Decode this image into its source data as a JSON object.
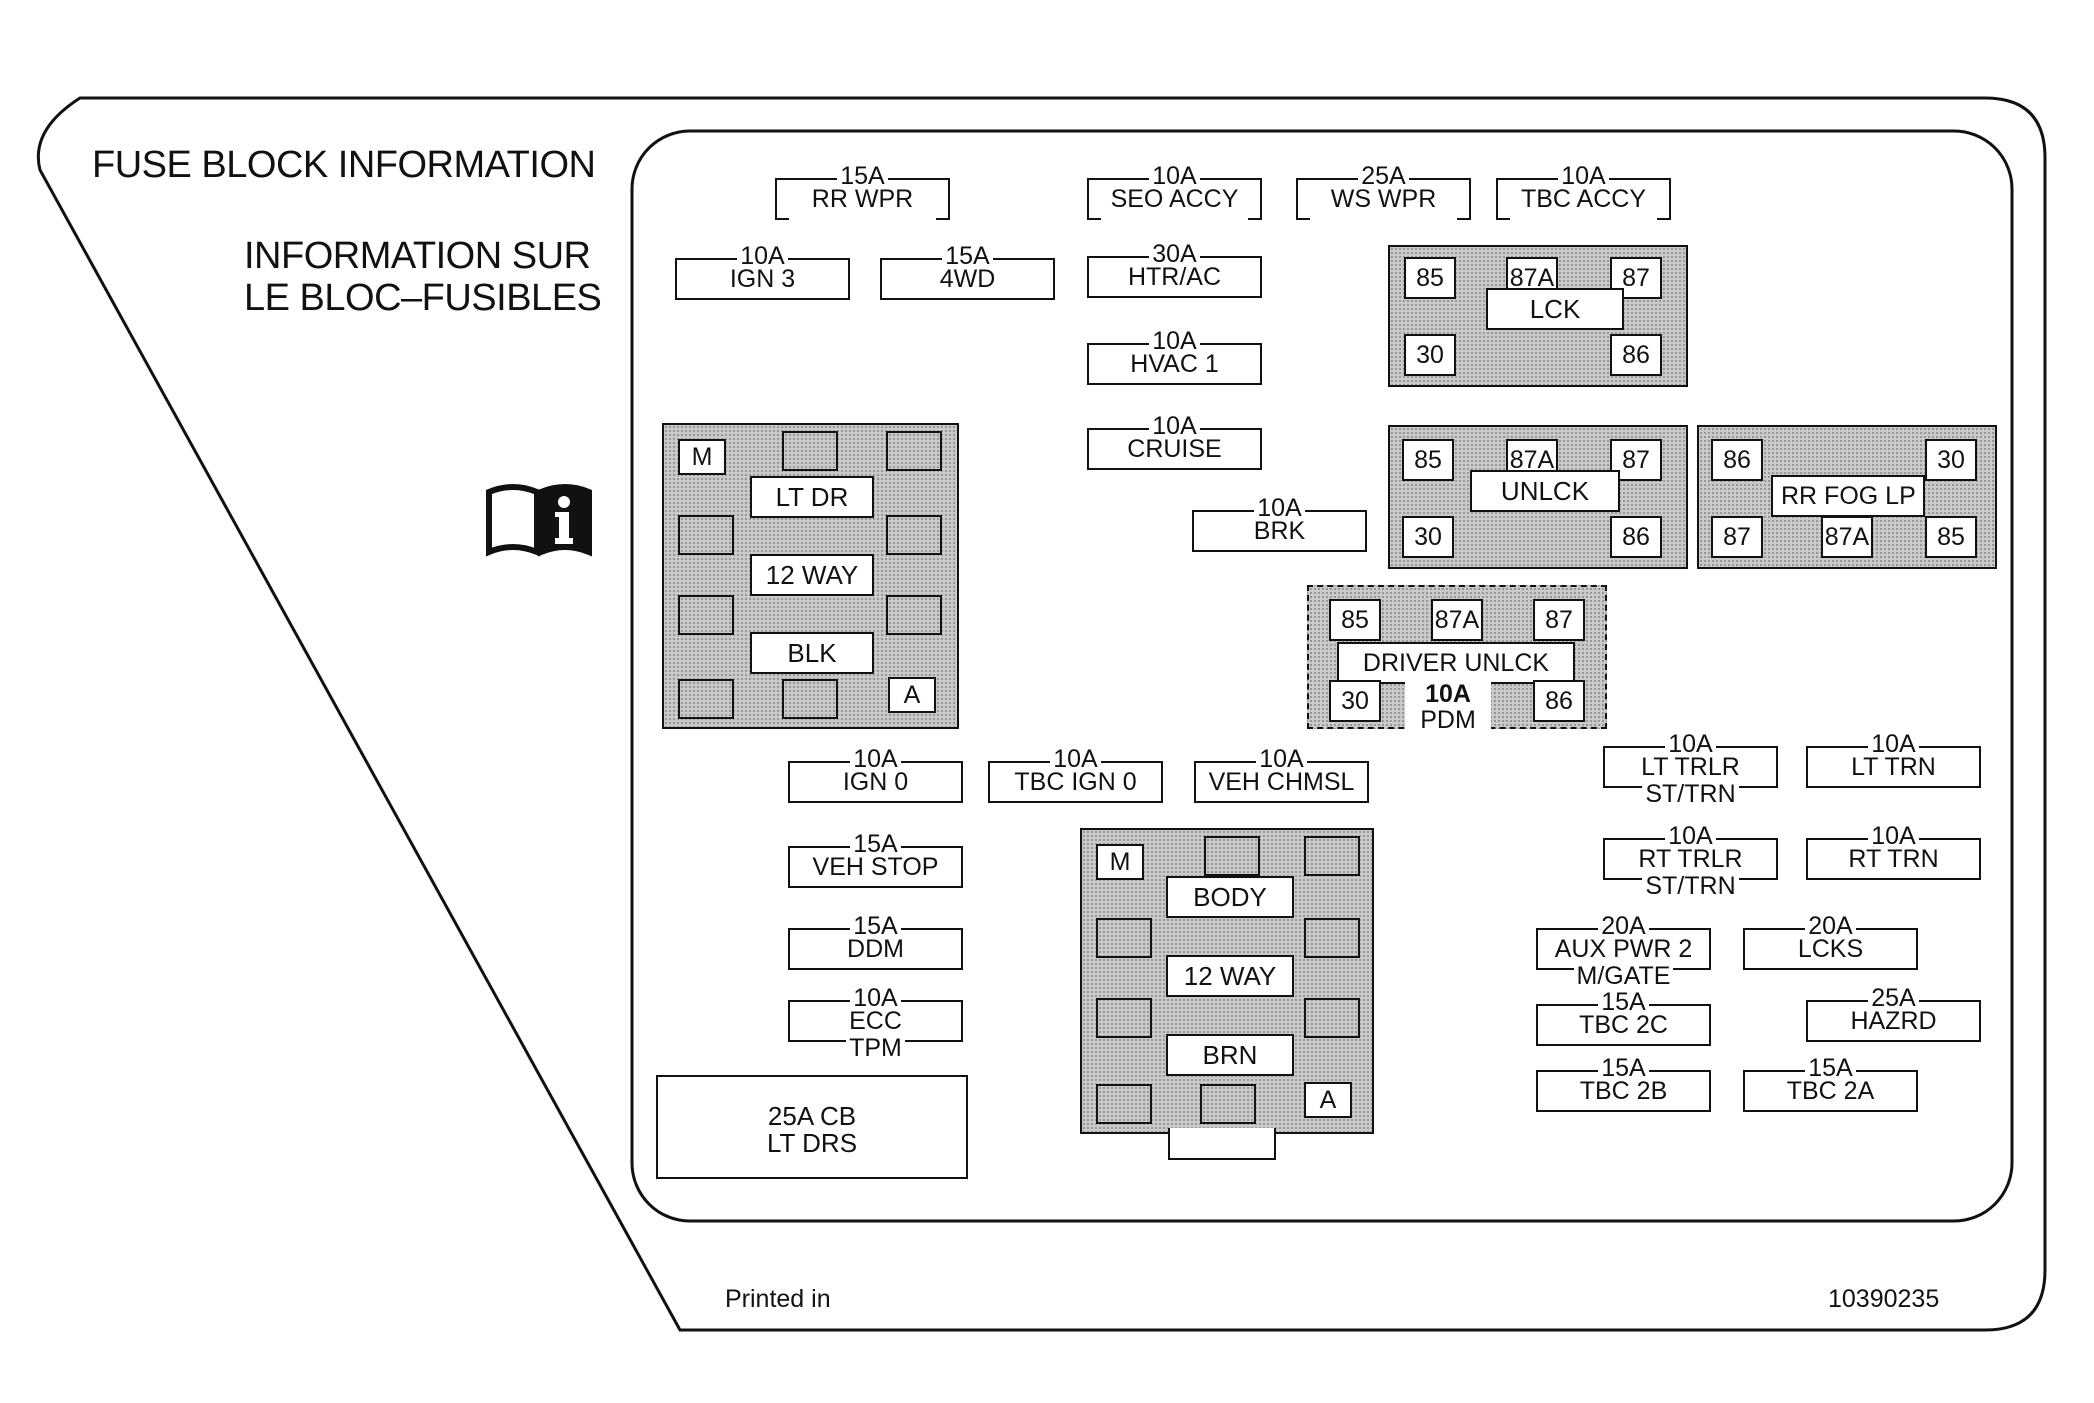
{
  "header": {
    "title_en": "FUSE BLOCK INFORMATION",
    "title_fr_line1": "INFORMATION SUR",
    "title_fr_line2": "LE BLOC–FUSIBLES",
    "manual_icon": "owner-manual-info-icon"
  },
  "fuses": {
    "rr_wpr": {
      "amp": "15A",
      "name": "RR WPR"
    },
    "seo_accy": {
      "amp": "10A",
      "name": "SEO ACCY"
    },
    "ws_wpr": {
      "amp": "25A",
      "name": "WS WPR"
    },
    "tbc_accy": {
      "amp": "10A",
      "name": "TBC ACCY"
    },
    "ign_3": {
      "amp": "10A",
      "name": "IGN 3"
    },
    "fwd": {
      "amp": "15A",
      "name": "4WD"
    },
    "htr_ac": {
      "amp": "30A",
      "name": "HTR/AC"
    },
    "hvac_1": {
      "amp": "10A",
      "name": "HVAC 1"
    },
    "cruise": {
      "amp": "10A",
      "name": "CRUISE"
    },
    "brk": {
      "amp": "10A",
      "name": "BRK"
    },
    "ign_0": {
      "amp": "10A",
      "name": "IGN 0"
    },
    "tbc_ign_0": {
      "amp": "10A",
      "name": "TBC IGN 0"
    },
    "veh_chmsl": {
      "amp": "10A",
      "name": "VEH CHMSL"
    },
    "veh_stop": {
      "amp": "15A",
      "name": "VEH STOP"
    },
    "ddm": {
      "amp": "15A",
      "name": "DDM"
    },
    "ecc_tpm": {
      "amp": "10A",
      "name": "ECC",
      "name2": "TPM"
    },
    "lt_trlr": {
      "amp": "10A",
      "name": "LT TRLR",
      "name2": "ST/TRN"
    },
    "lt_trn": {
      "amp": "10A",
      "name": "LT TRN"
    },
    "rt_trlr": {
      "amp": "10A",
      "name": "RT TRLR",
      "name2": "ST/TRN"
    },
    "rt_trn": {
      "amp": "10A",
      "name": "RT TRN"
    },
    "aux_pwr": {
      "amp": "20A",
      "name": "AUX PWR 2",
      "name2": "M/GATE"
    },
    "lcks": {
      "amp": "20A",
      "name": "LCKS"
    },
    "tbc_2c": {
      "amp": "15A",
      "name": "TBC 2C"
    },
    "hazrd": {
      "amp": "25A",
      "name": "HAZRD"
    },
    "tbc_2b": {
      "amp": "15A",
      "name": "TBC 2B"
    },
    "tbc_2a": {
      "amp": "15A",
      "name": "TBC 2A"
    },
    "pdm": {
      "amp": "10A",
      "name": "PDM"
    }
  },
  "relays": {
    "lck": {
      "label": "LCK",
      "p85": "85",
      "p87a": "87A",
      "p87": "87",
      "p30": "30",
      "p86": "86"
    },
    "unlck": {
      "label": "UNLCK",
      "p85": "85",
      "p87a": "87A",
      "p87": "87",
      "p30": "30",
      "p86": "86"
    },
    "rr_fog": {
      "label": "RR FOG LP",
      "p86": "86",
      "p30": "30",
      "p87": "87",
      "p87a": "87A",
      "p85": "85"
    },
    "driver_unlck": {
      "label": "DRIVER UNLCK",
      "p85": "85",
      "p87a": "87A",
      "p87": "87",
      "p30": "30",
      "p86": "86"
    }
  },
  "connectors": {
    "left": {
      "pin_m": "M",
      "pin_a": "A",
      "label1": "LT DR",
      "label2": "12 WAY",
      "label3": "BLK"
    },
    "center": {
      "pin_m": "M",
      "pin_a": "A",
      "label1": "BODY",
      "label2": "12 WAY",
      "label3": "BRN"
    }
  },
  "circuit_breaker": {
    "line1": "25A CB",
    "line2": "LT DRS"
  },
  "footer": {
    "printed": "Printed in",
    "part_number": "10390235"
  }
}
